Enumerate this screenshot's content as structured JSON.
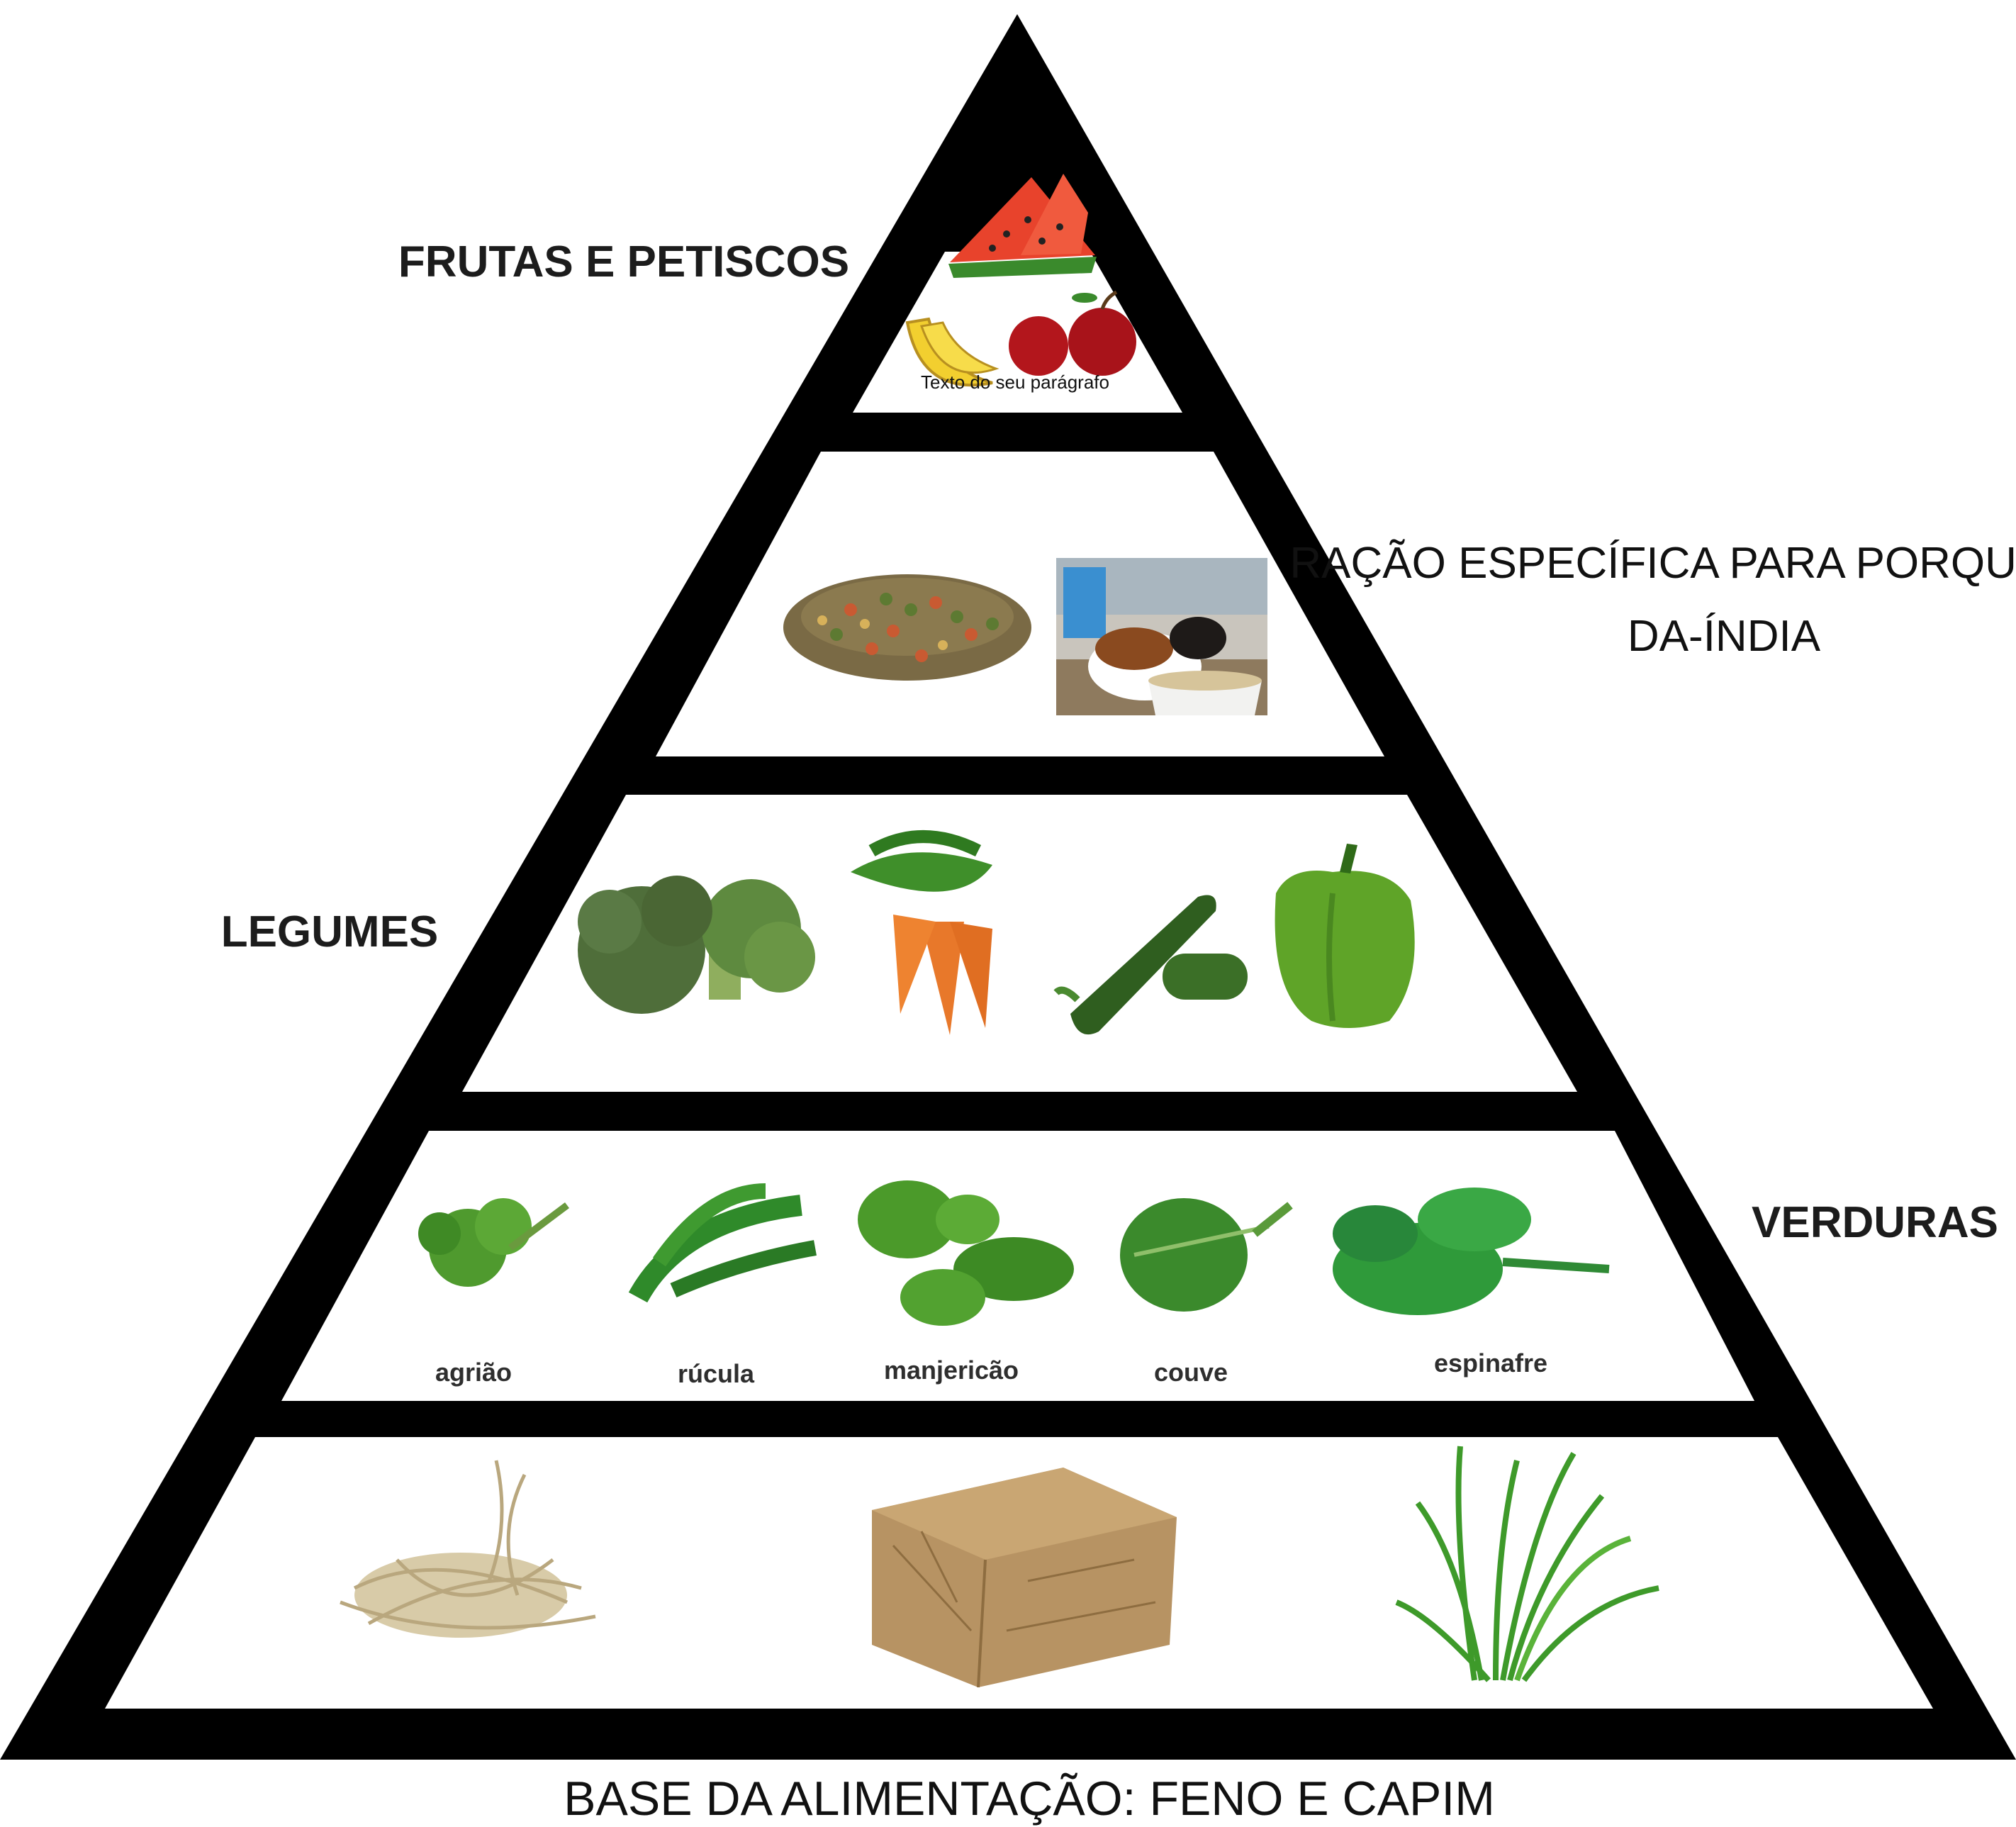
{
  "labels": {
    "fruits": "FRUTAS E PETISCOS",
    "fruits_placeholder": "Texto do seu parágrafo",
    "pellets_line1": "RAÇÃO ESPECÍFICA PARA PORQUINHO-",
    "pellets_line2": "DA-ÍNDIA",
    "legumes": "LEGUMES",
    "verduras": "VERDURAS",
    "base": "BASE DA ALIMENTAÇÃO: FENO E CAPIM"
  },
  "verduras_items": [
    "agrião",
    "rúcula",
    "manjericão",
    "couve",
    "espinafre"
  ],
  "colors": {
    "outline": "#000000",
    "fill": "#ffffff",
    "text": "#1c1c1c",
    "leaf_green": "#3f8f2a",
    "dark_green": "#2f5e1f",
    "carrot": "#e8782a",
    "hay": "#b79363",
    "watermelon": "#e8432c",
    "banana": "#f2cf2f",
    "apple": "#b3161c",
    "pellet": "#7a6a45"
  },
  "icons": {
    "fruits": [
      "watermelon-icon",
      "banana-icon",
      "apple-icon"
    ],
    "pellets": [
      "pellets-icon",
      "guinea-pig-photo"
    ],
    "legumes": [
      "broccoli-icon",
      "carrot-icon",
      "zucchini-icon",
      "bell-pepper-icon"
    ],
    "base": [
      "dry-hay-icon",
      "hay-bale-icon",
      "grass-icon"
    ]
  }
}
